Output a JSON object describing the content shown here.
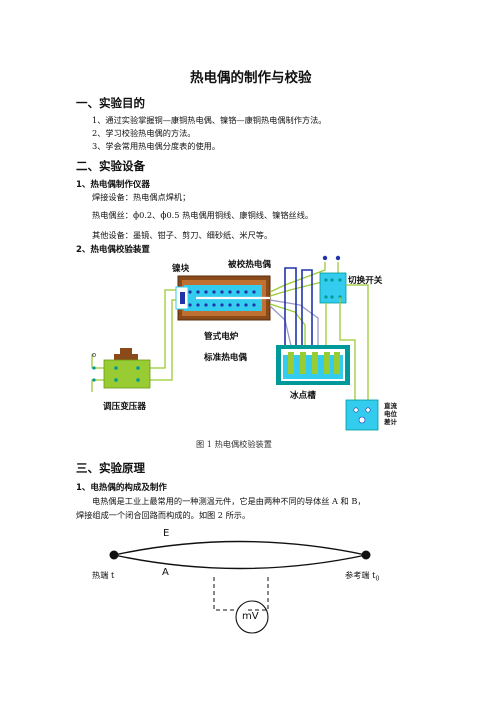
{
  "title": "热电偶的制作与校验",
  "sections": {
    "s1": {
      "heading": "一、实验目的",
      "items": [
        "1、通过实验掌握铜—康铜热电偶、镍铬—康铜热电偶制作方法。",
        "2、学习校验热电偶的方法。",
        "3、学会常用热电偶分度表的使用。"
      ]
    },
    "s2": {
      "heading": "二、实验设备",
      "sub1": "1、热电偶制作仪器",
      "weld": "焊接设备：热电偶点焊机；",
      "wire": "热电偶丝：",
      "wire_spec": "0.2、",
      "wire_spec2": "0.5 热电偶用铜线、康铜线、镍铬丝线。",
      "other": "其他设备：墨镜、钳子、剪刀、细砂纸、米尺等。",
      "sub2": "2、热电偶校验装置"
    },
    "s3": {
      "heading": "三、实验原理",
      "sub1": "1、电热偶的构成及制作",
      "para1": "电热偶是工业上最常用的一种测温元件，它是由两种不同的导体丝 A 和 B，",
      "para2": "焊接组成一个闭合回路而构成的。如图 2 所示。"
    }
  },
  "figure1": {
    "labels": {
      "nickel_block": "镍块",
      "tc_under_test": "被校热电偶",
      "switch": "切换开关",
      "tube_furnace": "管式电炉",
      "std_tc": "标准热电偶",
      "ice_bath": "冰点槽",
      "transformer": "调压变压器",
      "potentiometer_1": "直流",
      "potentiometer_2": "电位",
      "potentiometer_3": "差计"
    },
    "caption": "图 1    热电偶校验装置"
  },
  "figure2": {
    "E": "E",
    "A": "A",
    "hot_end": "热端 t",
    "ref_end": "参考端 t",
    "ref_sub": "0",
    "meter": "mV"
  },
  "colors": {
    "cyan": "#33ccee",
    "green": "#99cc33",
    "blue": "#2233aa",
    "brown": "#8b4a1a",
    "teal": "#009999",
    "wire_green": "#88bb22"
  }
}
